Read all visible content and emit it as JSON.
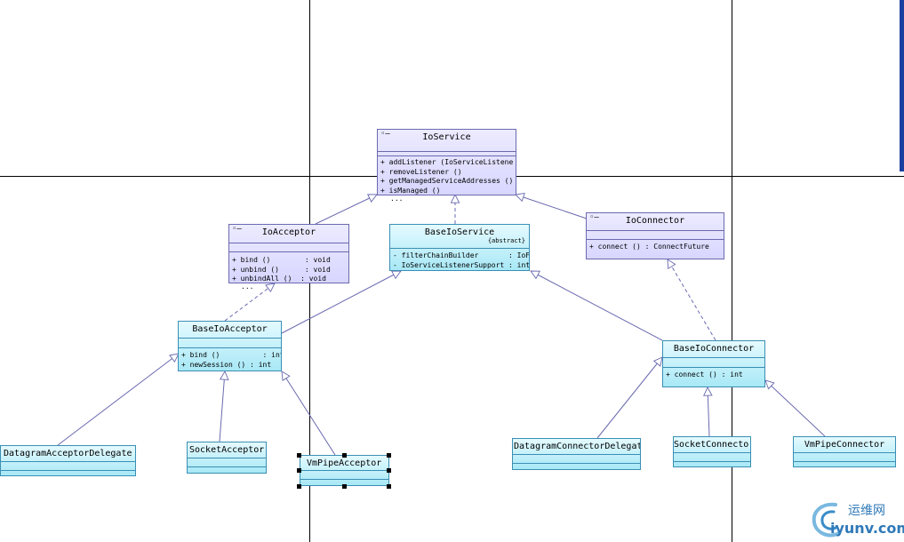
{
  "diagram": {
    "classes": {
      "ioservice": {
        "name": "IoService",
        "members": [
          "+ addListener (IoServiceListene",
          "+ removeListener ()",
          "+ getManagedServiceAddresses ()",
          "+ isManaged ()",
          "..."
        ]
      },
      "ioacceptor": {
        "name": "IoAcceptor",
        "members": [
          "+ bind ()        : void",
          "+ unbind ()      : void",
          "+ unbindAll ()  : void",
          "..."
        ]
      },
      "baseioservice": {
        "name": "BaseIoService",
        "stereotype": "{abstract}",
        "members": [
          "- filterChainBuilder       : IoF",
          "- IoServiceListenerSupport : int"
        ]
      },
      "ioconnector": {
        "name": "IoConnector",
        "members": [
          "+ connect () : ConnectFuture"
        ]
      },
      "baseioacceptor": {
        "name": "BaseIoAcceptor",
        "members": [
          "+ bind ()          : int",
          "+ newSession () : int"
        ]
      },
      "baseioconnector": {
        "name": "BaseIoConnector",
        "members": [
          "+ connect () : int"
        ]
      },
      "datagramacceptordelegate": {
        "name": "DatagramAcceptorDelegate"
      },
      "socketacceptor": {
        "name": "SocketAcceptor"
      },
      "vmpipeacceptor": {
        "name": "VmPipeAcceptor"
      },
      "datagramconnectordelegate": {
        "name": "DatagramConnectorDelegate"
      },
      "socketconnector": {
        "name": "SocketConnector"
      },
      "vmpipeconnector": {
        "name": "VmPipeConnector"
      }
    },
    "colors": {
      "interface_fill": "#dcdaff",
      "class_fill": "#b4ecf8",
      "relation_line": "#6a6ab0"
    }
  },
  "watermark": {
    "chinese_text": "运维网",
    "domain_text": "iyunv.com"
  }
}
